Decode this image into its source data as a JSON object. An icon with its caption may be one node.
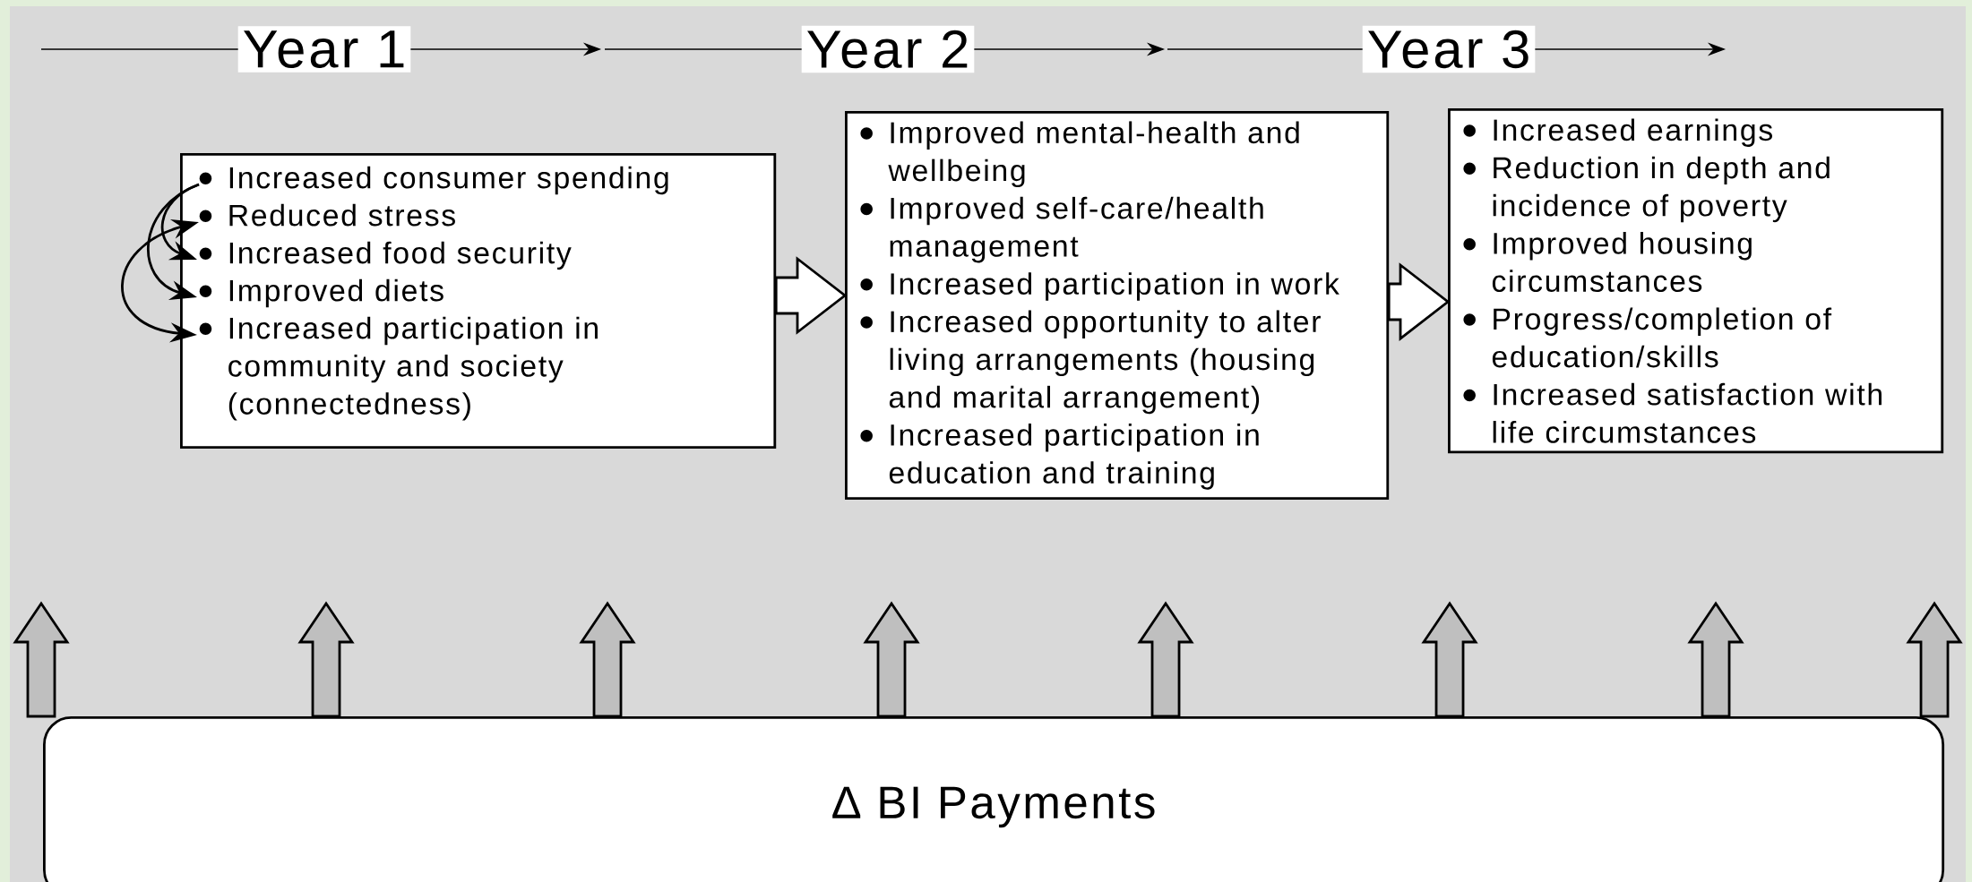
{
  "diagram": {
    "nodes": [
      {
        "text": [],
        "shape": "box"
      },
      {
        "text": [
          "Increased consumer spending"
        ],
        "in": 0
      },
      {
        "text": [
          "Reduced stress"
        ],
        "in": 0
      },
      {
        "text": [
          "Increased food security"
        ],
        "in": 0
      },
      {
        "text": [
          "Improved diets"
        ],
        "in": 0
      },
      {
        "text": [
          "Increased participation in community and society (connectedness)"
        ],
        "in": 0
      },
      {
        "text": [
          "Improved mental-health and wellbeing",
          "Improved self-care/health management",
          "Increased participation in work",
          "Increased opportunity to alter living arrangements (housing and marital arrangement)",
          "Increased participation in education and training"
        ]
      },
      {
        "text": [
          "Increased earnings",
          "Reduction in depth and incidence of poverty",
          "Improved housing circumstances",
          "Progress/completion of education/skills",
          "Increased satisfaction with life circumstances"
        ]
      },
      {
        "text": [
          "Δ BI Payments"
        ]
      }
    ],
    "edges": [
      {
        "from": 1,
        "to": 3,
        "arrow": "to"
      },
      {
        "from": 1,
        "to": 4,
        "arrow": "to"
      },
      {
        "from": 2,
        "to": 5,
        "arrow": "both"
      },
      {
        "from": 0,
        "to": 6,
        "arrow": "to"
      },
      {
        "from": 6,
        "to": 7,
        "arrow": "to"
      },
      {
        "from": 8,
        "to": null,
        "arrow": "to"
      },
      {
        "from": 8,
        "to": null,
        "arrow": "to"
      },
      {
        "from": 8,
        "to": null,
        "arrow": "to"
      },
      {
        "from": 8,
        "to": null,
        "arrow": "to"
      },
      {
        "from": 8,
        "to": null,
        "arrow": "to"
      },
      {
        "from": 8,
        "to": null,
        "arrow": "to"
      },
      {
        "from": 8,
        "to": null,
        "arrow": "to"
      },
      {
        "from": 8,
        "to": null,
        "arrow": "to"
      }
    ],
    "labels": [
      "Year 1",
      "Year 2",
      "Year 3"
    ]
  }
}
